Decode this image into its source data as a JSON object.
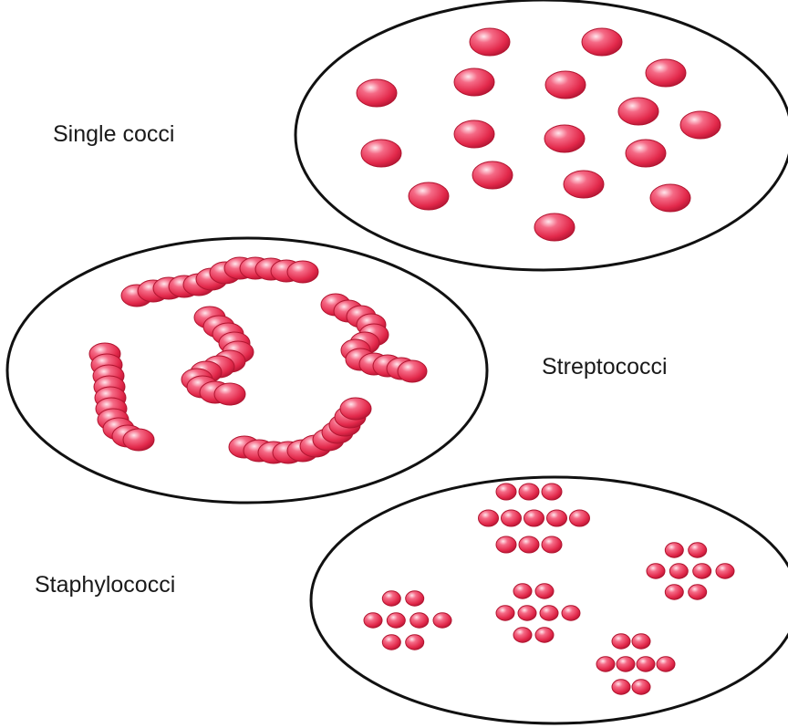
{
  "labels": {
    "single": "Single cocci",
    "strepto": "Streptococci",
    "staph": "Staphylococci"
  },
  "colors": {
    "coccus_fill": "#e63250",
    "coccus_dark": "#b51a36",
    "coccus_light": "#ffc2cf",
    "outline": "#111111"
  }
}
